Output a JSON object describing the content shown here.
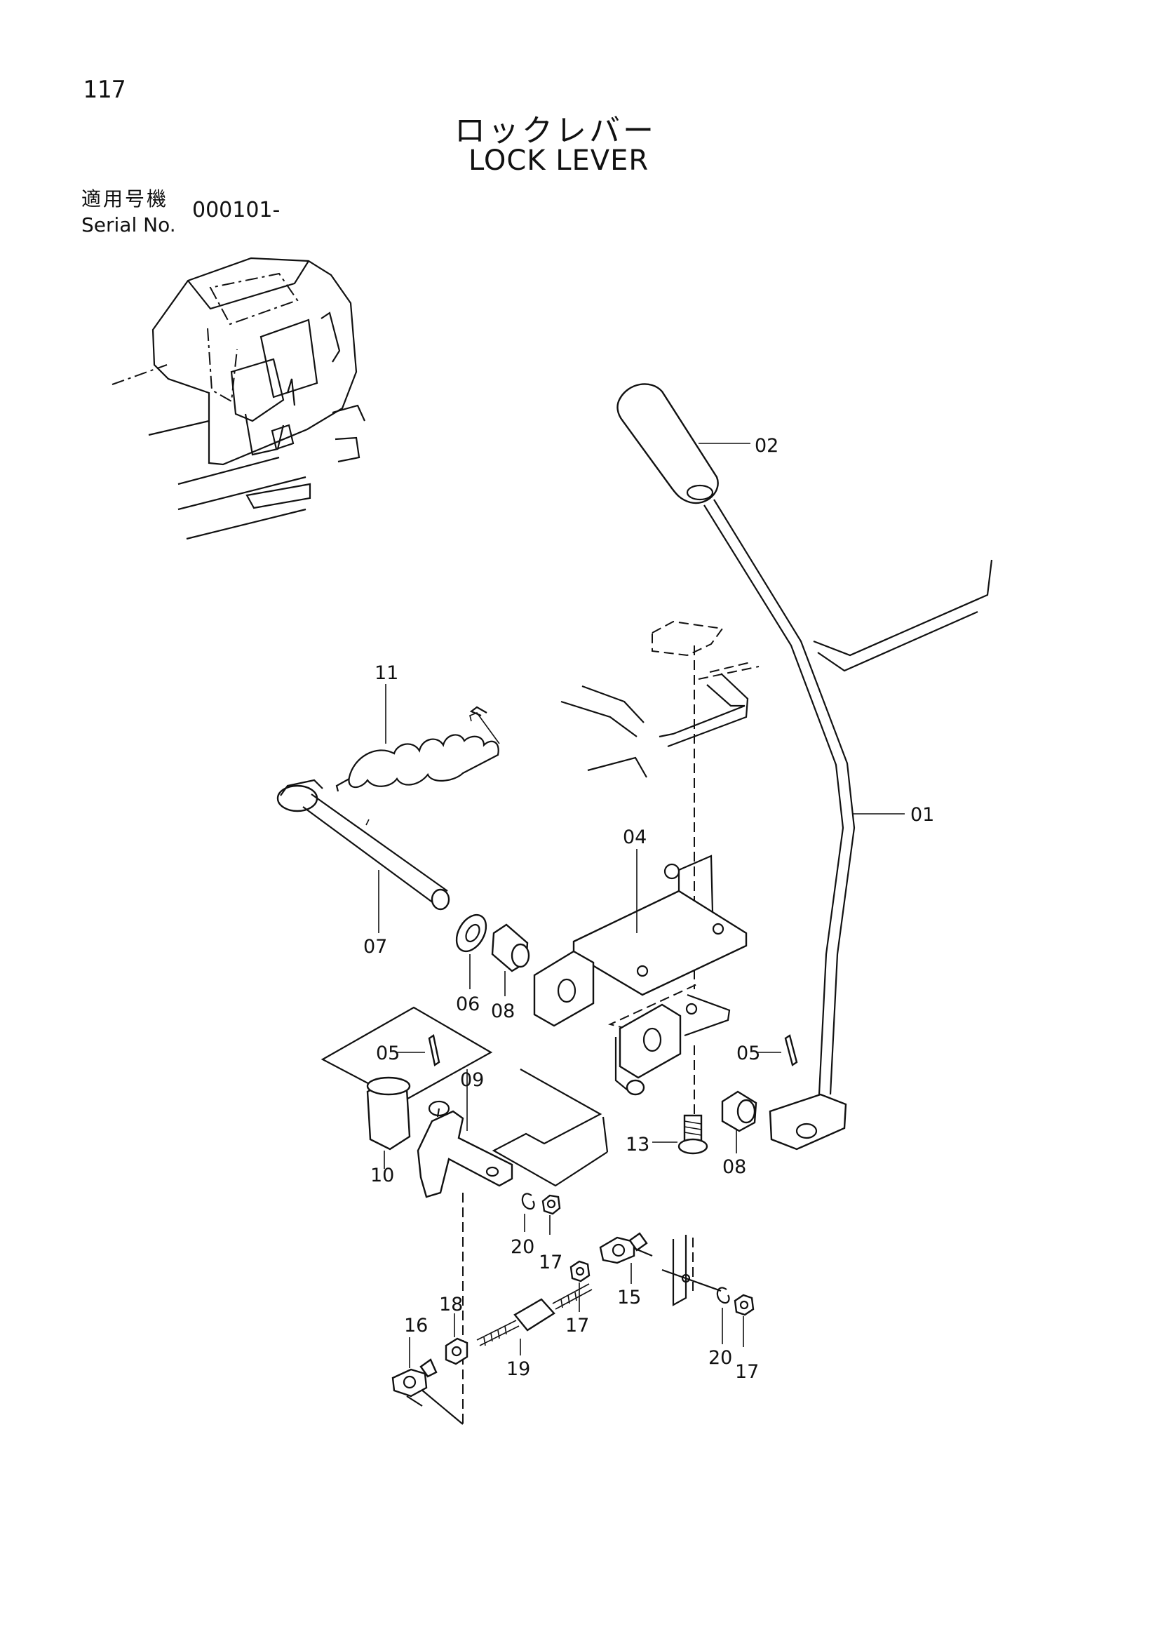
{
  "page": {
    "number": "117",
    "title_jp": "ロックレバー",
    "title_en": "LOCK LEVER",
    "serial_label_jp": "適用号機",
    "serial_label_en": "Serial No.",
    "serial_value": "000101-"
  },
  "callouts": {
    "p01": "01",
    "p02": "02",
    "p04": "04",
    "p05a": "05",
    "p05b": "05",
    "p06": "06",
    "p07": "07",
    "p08a": "08",
    "p08b": "08",
    "p09": "09",
    "p10": "10",
    "p11": "11",
    "p13": "13",
    "p15": "15",
    "p16": "16",
    "p17a": "17",
    "p17b": "17",
    "p17c": "17",
    "p18": "18",
    "p19": "19",
    "p20a": "20",
    "p20b": "20"
  }
}
